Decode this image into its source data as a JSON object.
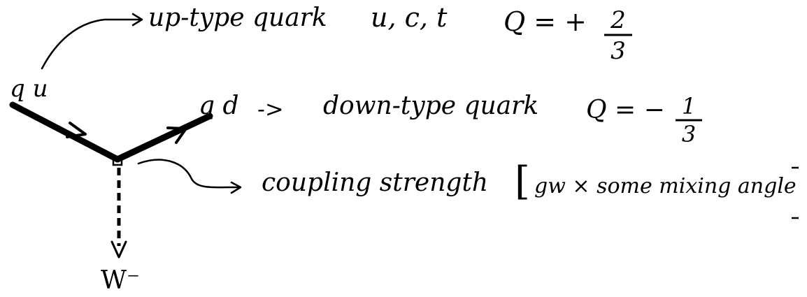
{
  "colors": {
    "ink": "#000000",
    "background": "#ffffff"
  },
  "diagram": {
    "vertex_labels": {
      "incoming_quark": "q u",
      "outgoing_quark": "q d",
      "boson": "W⁻"
    },
    "annotations": {
      "up_type": {
        "text": "up-type quark",
        "flavors": "u, c, t",
        "charge_prefix": "Q = +",
        "charge_num": "2",
        "charge_den": "3"
      },
      "down_type": {
        "arrow": "->",
        "text": "down-type quark",
        "charge_prefix": "Q = −",
        "charge_num": "1",
        "charge_den": "3"
      },
      "coupling": {
        "text": "coupling strength",
        "bracket": "[",
        "factor": "gw × some mixing angle"
      }
    }
  }
}
